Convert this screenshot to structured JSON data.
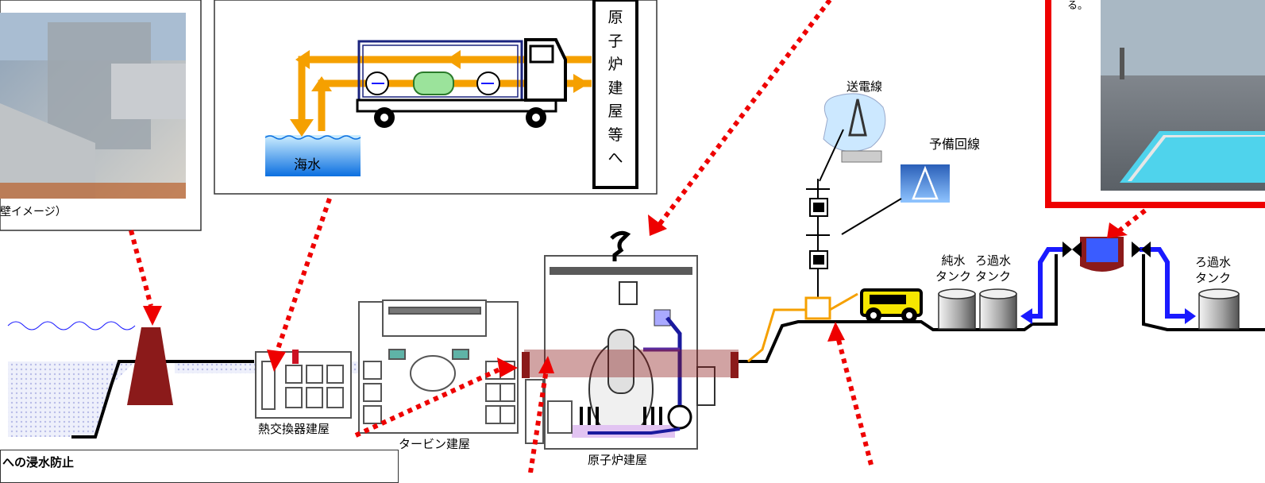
{
  "wall_caption": "壁イメージ）",
  "truck_panel": {
    "seawater": "海水",
    "vertical_chars": [
      "原",
      "子",
      "炉",
      "建",
      "屋",
      "等",
      "へ"
    ]
  },
  "red_panel": {
    "top_text": "る。"
  },
  "power": {
    "transmission_line": "送電線",
    "backup_line": "予備回線"
  },
  "tanks": {
    "pure_water": "純水",
    "pure_water_2": "タンク",
    "filtered_water": "ろ過水",
    "filtered_water_2": "タンク",
    "filtered_water_right": "ろ過水",
    "filtered_water_right_2": "タンク"
  },
  "buildings": {
    "heat_exchanger": "熱交換器建屋",
    "turbine": "タービン建屋",
    "reactor": "原子炉建屋"
  },
  "bottom_box": {
    "title": "への浸水防止"
  },
  "colors": {
    "dotted_arrow": "#ee0000",
    "pipe_orange": "#f5a000",
    "pipe_blue": "#1a1aff",
    "wall_maroon": "#8b1a1a",
    "red_frame": "#ee0000",
    "vehicle_yellow": "#f6e600"
  }
}
